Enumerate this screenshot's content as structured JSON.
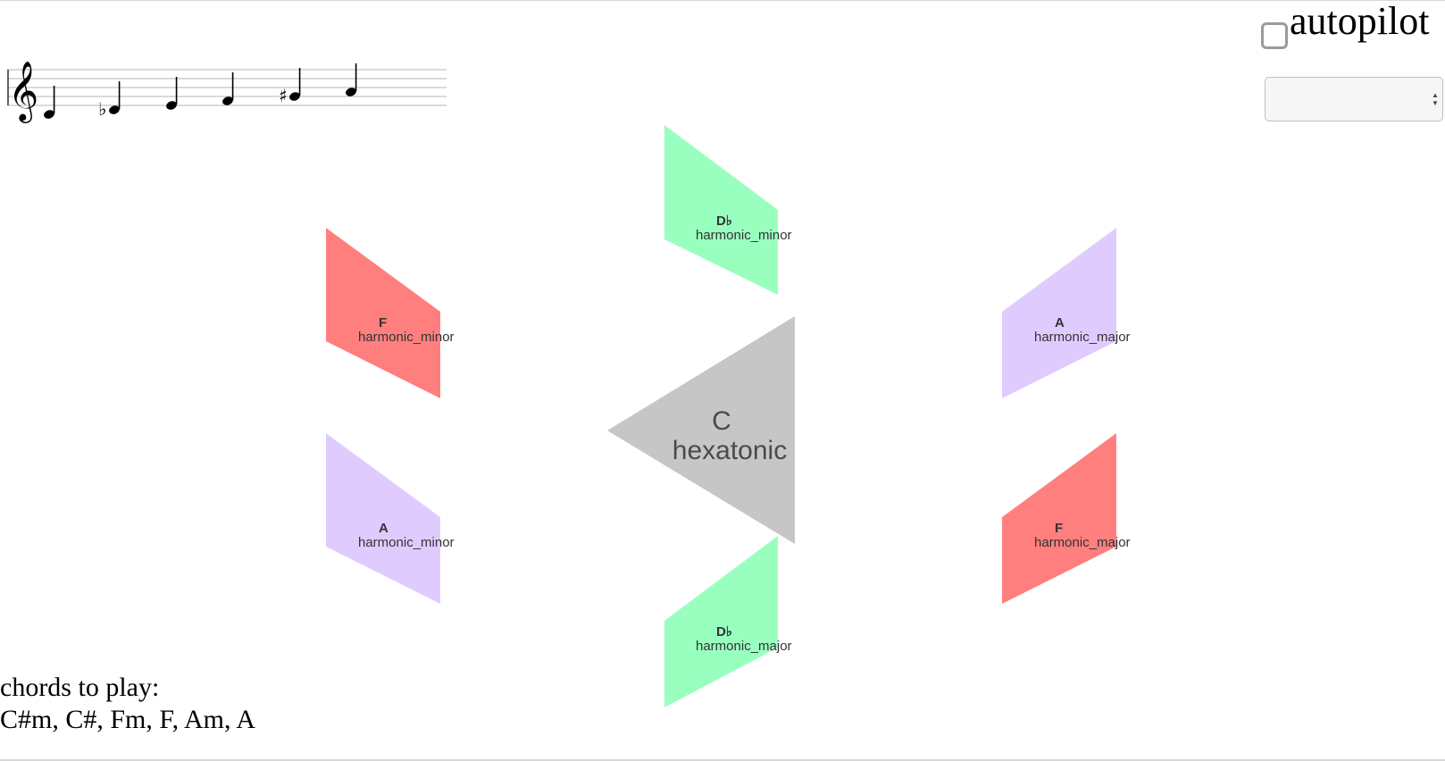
{
  "colors": {
    "red": "#ff7f7f",
    "green": "#99ffbf",
    "lavender": "#e0cbff",
    "gray": "#c6c6c6"
  },
  "staff": {
    "clef_icon": "treble-clef-icon",
    "notes": [
      {
        "accidental": ""
      },
      {
        "accidental": "♭"
      },
      {
        "accidental": ""
      },
      {
        "accidental": ""
      },
      {
        "accidental": "♯"
      },
      {
        "accidental": ""
      }
    ]
  },
  "controls": {
    "autopilot_label": "autopilot",
    "autopilot_checked": false,
    "mode_select_value": ""
  },
  "center": {
    "key": "C",
    "mode": "hexatonic"
  },
  "scales": [
    {
      "key": "D♭",
      "mode": "harmonic_minor",
      "color": "green"
    },
    {
      "key": "F",
      "mode": "harmonic_minor",
      "color": "red"
    },
    {
      "key": "A",
      "mode": "harmonic_major",
      "color": "lavender"
    },
    {
      "key": "A",
      "mode": "harmonic_minor",
      "color": "lavender"
    },
    {
      "key": "F",
      "mode": "harmonic_major",
      "color": "red"
    },
    {
      "key": "D♭",
      "mode": "harmonic_major",
      "color": "green"
    }
  ],
  "chords": {
    "label": "chords to play:",
    "list": "C#m, C#, Fm, F, Am, A"
  }
}
